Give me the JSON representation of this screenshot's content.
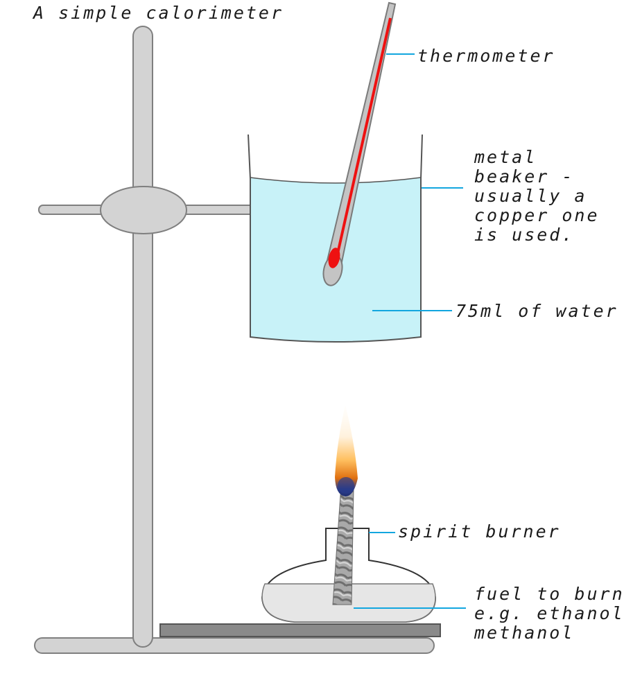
{
  "title": "A simple calorimeter",
  "labels": {
    "thermometer": "thermometer",
    "beaker": [
      "metal",
      "beaker -",
      "usually a",
      "copper one",
      "is used."
    ],
    "water": "75ml of water",
    "burner": "spirit burner",
    "fuel": [
      "fuel to burn",
      "e.g. ethanol,",
      "methanol"
    ]
  },
  "colors": {
    "stand": "#d3d3d3",
    "stand_outline": "#7f7f7f",
    "water": "#c8f2f8",
    "mercury": "#ee1111",
    "pointer": "#12a6df",
    "base_plate": "#8a8a8a",
    "fuel": "#e6e6e6"
  }
}
